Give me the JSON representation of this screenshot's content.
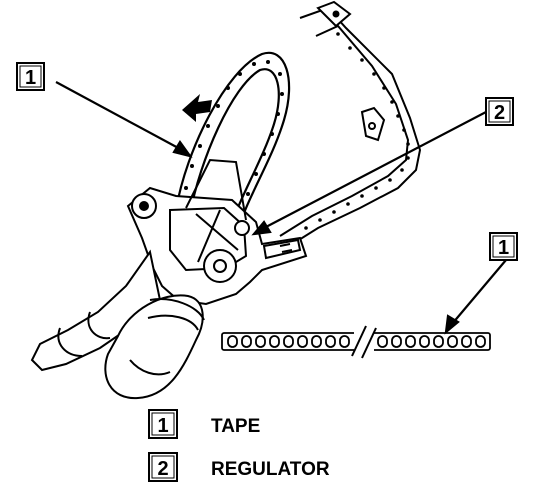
{
  "callouts": {
    "c1_top": "1",
    "c2": "2",
    "c1_right": "1"
  },
  "legend": [
    {
      "num": "1",
      "label": "TAPE"
    },
    {
      "num": "2",
      "label": "REGULATOR"
    }
  ],
  "colors": {
    "ink": "#000000",
    "paper": "#ffffff"
  }
}
